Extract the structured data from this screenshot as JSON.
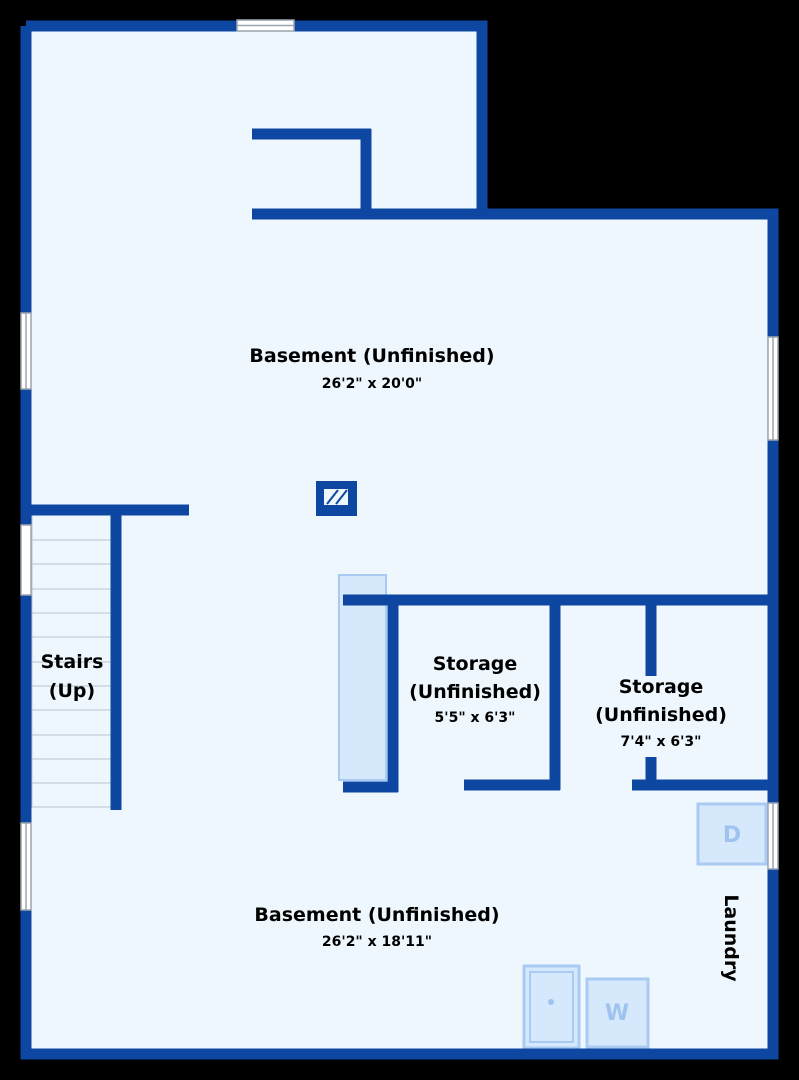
{
  "colors": {
    "background": "#000000",
    "floor": "#eef7fd",
    "wall": "#0d47a1",
    "fixture_fill": "#d6e8fb",
    "fixture_stroke": "#a9cbf3",
    "fixture_letter": "#9ec3ee",
    "window_fill": "#ffffff",
    "window_stroke": "#9aa4ae",
    "stair_line": "#b7c3cc"
  },
  "rooms": {
    "basement_upper": {
      "name": "Basement (Unfinished)",
      "dims": "26'2\" x 20'0\""
    },
    "stairs": {
      "name_line1": "Stairs",
      "name_line2": "(Up)"
    },
    "storage_left": {
      "name_line1": "Storage",
      "name_line2": "(Unfinished)",
      "dims": "5'5\" x 6'3\""
    },
    "storage_right": {
      "name_line1": "Storage",
      "name_line2": "(Unfinished)",
      "dims": "7'4\" x 6'3\""
    },
    "basement_lower": {
      "name": "Basement (Unfinished)",
      "dims": "26'2\" x 18'11\""
    },
    "laundry": {
      "name": "Laundry"
    }
  },
  "fixtures": {
    "dryer_label": "D",
    "washer_label": "W"
  }
}
